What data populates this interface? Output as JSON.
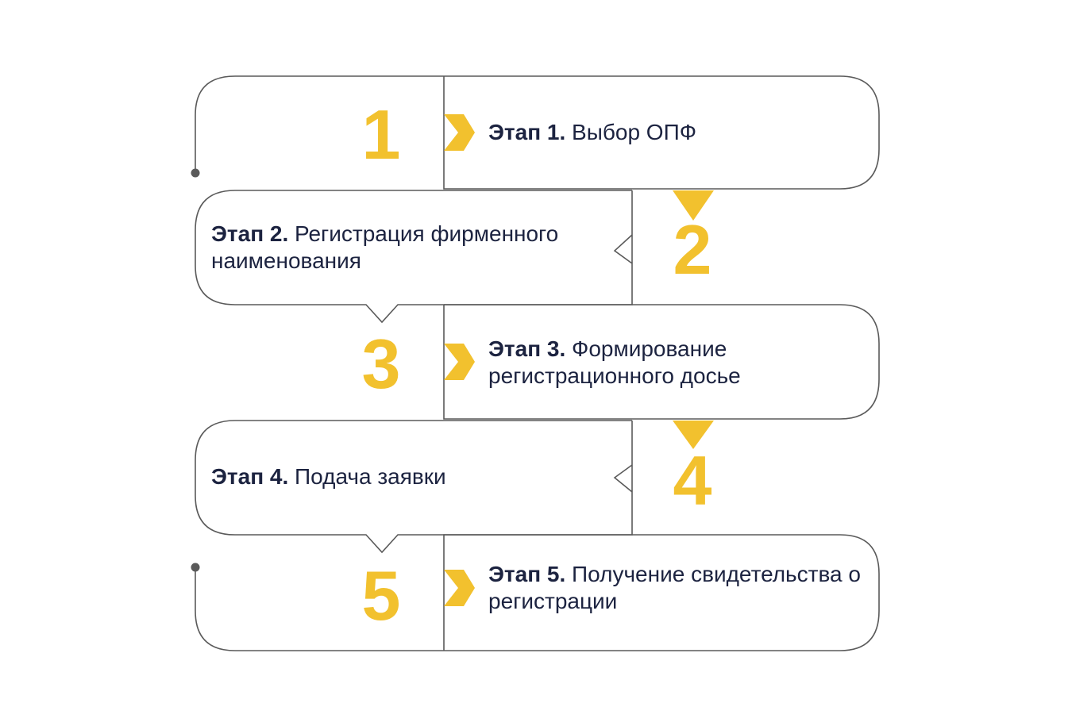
{
  "colors": {
    "accent": "#f2c12e",
    "outline": "#5a5a5a",
    "text": "#1c2340"
  },
  "steps": [
    {
      "number": "1",
      "label": "Этап 1.",
      "text": "Выбор ОПФ"
    },
    {
      "number": "2",
      "label": "Этап 2.",
      "text": "Регистрация фирменного наименования"
    },
    {
      "number": "3",
      "label": "Этап 3.",
      "text": "Формирование регистрационного досье"
    },
    {
      "number": "4",
      "label": "Этап 4.",
      "text": "Подача заявки"
    },
    {
      "number": "5",
      "label": "Этап 5.",
      "text": "Получение свидетельства о регистрации"
    }
  ]
}
